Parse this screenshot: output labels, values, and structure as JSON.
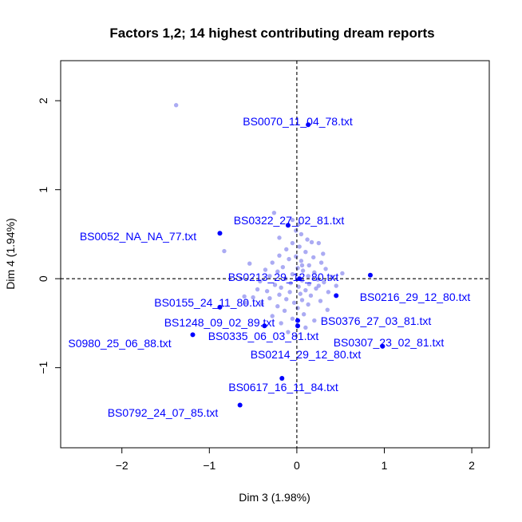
{
  "chart_data": {
    "type": "scatter",
    "title": "Factors 1,2; 14 highest contributing dream reports",
    "xlabel": "Dim 3 (1.98%)",
    "ylabel": "Dim 4 (1.94%)",
    "xlim": [
      -2.7,
      2.2
    ],
    "ylim": [
      -1.9,
      2.45
    ],
    "xticks": [
      -2,
      -1,
      0,
      1,
      2
    ],
    "yticks": [
      -1,
      0,
      1,
      2
    ],
    "xtick_labels": [
      "−2",
      "−1",
      "0",
      "1",
      "2"
    ],
    "ytick_labels": [
      "−1",
      "0",
      "1",
      "2"
    ],
    "reference_lines": {
      "x": 0,
      "y": 0,
      "style": "dashed"
    },
    "colors": {
      "highlight": "#0000ff",
      "background_points": "#8f8fef",
      "axes": "#000000"
    },
    "highlighted": [
      {
        "label": "BS0070_11_04_78.txt",
        "x": 0.13,
        "y": 1.73
      },
      {
        "label": "BS0322_27_02_81.txt",
        "x": -0.1,
        "y": 0.6
      },
      {
        "label": "BS0052_NA_NA_77.txt",
        "x": -0.88,
        "y": 0.51
      },
      {
        "label": "BS0213_29_12_80.txt",
        "x": 0.03,
        "y": 0.0
      },
      {
        "label": "BS0216_29_12_80.txt",
        "x": 0.84,
        "y": 0.04
      },
      {
        "label": "BS0155_24_11_80.txt",
        "x": -0.88,
        "y": -0.32
      },
      {
        "label": "BS1248_09_02_89.txt",
        "x": -0.37,
        "y": -0.53
      },
      {
        "label": "BS0376_27_03_81.txt",
        "x": 0.45,
        "y": -0.19
      },
      {
        "label": "S0980_25_06_88.txt",
        "x": -1.19,
        "y": -0.63
      },
      {
        "label": "BS0335_06_03_81.txt",
        "x": 0.01,
        "y": -0.53
      },
      {
        "label": "BS0307_23_02_81.txt",
        "x": 0.98,
        "y": -0.76
      },
      {
        "label": "BS0214_29_12_80.txt",
        "x": 0.01,
        "y": -0.47
      },
      {
        "label": "BS0617_16_11_84.txt",
        "x": -0.17,
        "y": -1.12
      },
      {
        "label": "BS0792_24_07_85.txt",
        "x": -0.65,
        "y": -1.42
      }
    ],
    "background_points": [
      [
        -1.38,
        1.95
      ],
      [
        -0.26,
        0.74
      ],
      [
        -0.05,
        0.66
      ],
      [
        0.02,
        0.61
      ],
      [
        -0.01,
        0.54
      ],
      [
        0.05,
        0.5
      ],
      [
        -0.2,
        0.46
      ],
      [
        0.12,
        0.44
      ],
      [
        0.17,
        0.41
      ],
      [
        0.25,
        0.4
      ],
      [
        -0.05,
        0.4
      ],
      [
        0.03,
        0.36
      ],
      [
        -0.12,
        0.33
      ],
      [
        0.1,
        0.3
      ],
      [
        0.3,
        0.28
      ],
      [
        -0.83,
        0.31
      ],
      [
        -0.2,
        0.26
      ],
      [
        -0.01,
        0.25
      ],
      [
        0.19,
        0.24
      ],
      [
        -0.09,
        0.22
      ],
      [
        0.05,
        0.2
      ],
      [
        0.28,
        0.18
      ],
      [
        -0.54,
        0.17
      ],
      [
        -0.28,
        0.18
      ],
      [
        0.14,
        0.15
      ],
      [
        -0.16,
        0.13
      ],
      [
        0.01,
        0.12
      ],
      [
        0.33,
        0.11
      ],
      [
        -0.36,
        0.1
      ],
      [
        0.07,
        0.09
      ],
      [
        -0.22,
        0.08
      ],
      [
        0.2,
        0.07
      ],
      [
        0.52,
        0.06
      ],
      [
        -0.05,
        0.05
      ],
      [
        0.13,
        0.03
      ],
      [
        -0.31,
        0.03
      ],
      [
        0.4,
        0.02
      ],
      [
        -0.13,
        0.0
      ],
      [
        0.24,
        -0.01
      ],
      [
        0.06,
        -0.02
      ],
      [
        -0.42,
        -0.03
      ],
      [
        0.31,
        -0.04
      ],
      [
        -0.07,
        -0.05
      ],
      [
        0.14,
        -0.06
      ],
      [
        -0.25,
        -0.07
      ],
      [
        0.45,
        -0.08
      ],
      [
        0.02,
        -0.09
      ],
      [
        -0.18,
        -0.1
      ],
      [
        0.22,
        -0.11
      ],
      [
        0.1,
        -0.13
      ],
      [
        -0.34,
        -0.14
      ],
      [
        -0.08,
        -0.15
      ],
      [
        0.36,
        -0.15
      ],
      [
        0.04,
        -0.17
      ],
      [
        -0.2,
        -0.18
      ],
      [
        0.16,
        -0.19
      ],
      [
        -0.5,
        -0.21
      ],
      [
        -0.31,
        -0.22
      ],
      [
        -0.12,
        -0.23
      ],
      [
        0.06,
        -0.24
      ],
      [
        0.27,
        -0.25
      ],
      [
        -0.03,
        -0.27
      ],
      [
        -0.4,
        -0.28
      ],
      [
        0.13,
        -0.29
      ],
      [
        -0.22,
        -0.31
      ],
      [
        0.01,
        -0.33
      ],
      [
        0.35,
        -0.35
      ],
      [
        -0.14,
        -0.36
      ],
      [
        -0.58,
        -0.27
      ],
      [
        0.08,
        -0.4
      ],
      [
        -0.28,
        -0.42
      ],
      [
        -0.05,
        -0.45
      ],
      [
        0.2,
        -0.47
      ],
      [
        -0.6,
        -0.2
      ],
      [
        -0.18,
        -0.5
      ],
      [
        0.1,
        -0.55
      ],
      [
        -0.1,
        -0.6
      ],
      [
        0.25,
        -0.08
      ],
      [
        -0.45,
        -0.12
      ],
      [
        0.06,
        0.15
      ]
    ]
  }
}
